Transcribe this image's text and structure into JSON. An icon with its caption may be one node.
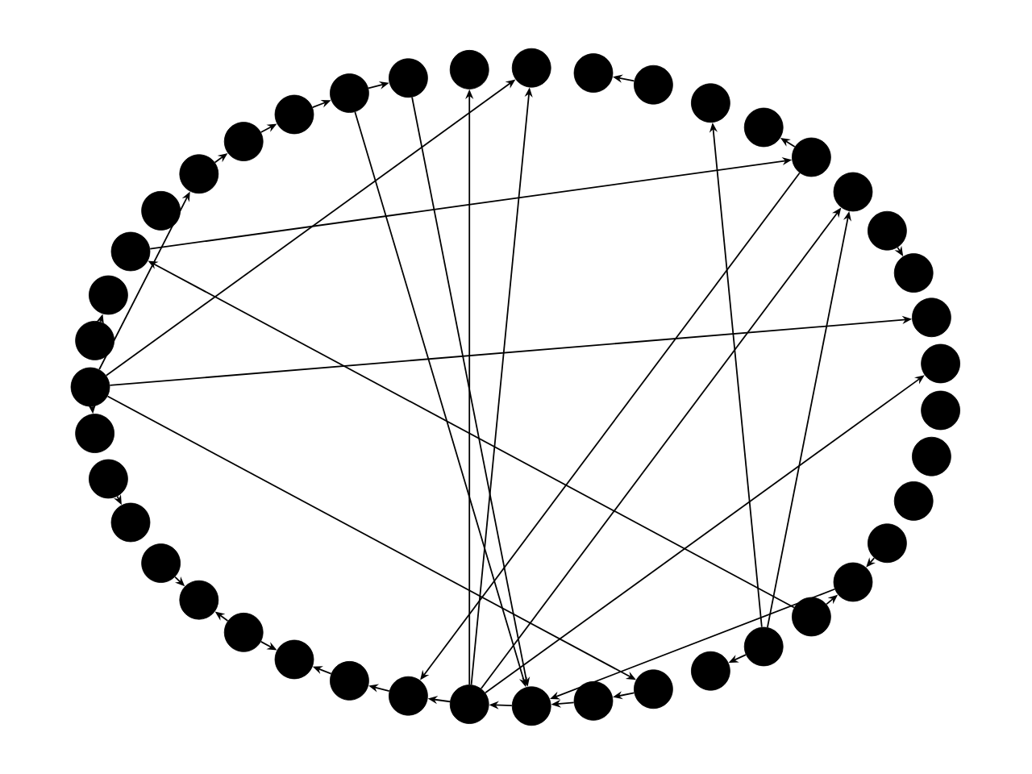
{
  "diagram": {
    "nodes": [
      {
        "text": [],
        "shape": "circle"
      },
      {
        "text": [],
        "shape": "circle"
      },
      {
        "text": [],
        "shape": "circle"
      },
      {
        "text": [],
        "shape": "circle"
      },
      {
        "text": [],
        "shape": "circle"
      },
      {
        "text": [],
        "shape": "circle"
      },
      {
        "text": [],
        "shape": "circle"
      },
      {
        "text": [],
        "shape": "circle"
      },
      {
        "text": [],
        "shape": "circle"
      },
      {
        "text": [],
        "shape": "circle"
      },
      {
        "text": [],
        "shape": "circle"
      },
      {
        "text": [],
        "shape": "circle"
      },
      {
        "text": [],
        "shape": "circle"
      },
      {
        "text": [],
        "shape": "circle"
      },
      {
        "text": [],
        "shape": "circle"
      },
      {
        "text": [],
        "shape": "circle"
      },
      {
        "text": [],
        "shape": "circle"
      },
      {
        "text": [],
        "shape": "circle"
      },
      {
        "text": [],
        "shape": "circle"
      },
      {
        "text": [],
        "shape": "circle"
      },
      {
        "text": [],
        "shape": "circle"
      },
      {
        "text": [],
        "shape": "circle"
      },
      {
        "text": [],
        "shape": "circle"
      },
      {
        "text": [],
        "shape": "circle"
      },
      {
        "text": [],
        "shape": "circle"
      },
      {
        "text": [],
        "shape": "circle"
      },
      {
        "text": [],
        "shape": "circle"
      },
      {
        "text": [],
        "shape": "circle"
      },
      {
        "text": [],
        "shape": "circle"
      },
      {
        "text": [],
        "shape": "circle"
      },
      {
        "text": [],
        "shape": "circle"
      },
      {
        "text": [],
        "shape": "circle"
      },
      {
        "text": [],
        "shape": "circle"
      },
      {
        "text": [],
        "shape": "circle"
      },
      {
        "text": [],
        "shape": "circle"
      },
      {
        "text": [],
        "shape": "circle"
      },
      {
        "text": [],
        "shape": "circle"
      },
      {
        "text": [],
        "shape": "circle"
      },
      {
        "text": [],
        "shape": "circle"
      },
      {
        "text": [],
        "shape": "circle"
      },
      {
        "text": [],
        "shape": "circle"
      },
      {
        "text": [],
        "shape": "circle"
      },
      {
        "text": [],
        "shape": "circle"
      }
    ],
    "edges": [
      {
        "from": 0,
        "to": 1,
        "arrow": "to"
      },
      {
        "from": 2,
        "to": 3,
        "arrow": "to"
      },
      {
        "from": 4,
        "to": 5,
        "arrow": "to"
      },
      {
        "from": 6,
        "to": 7,
        "arrow": "to"
      },
      {
        "from": 8,
        "to": 7,
        "arrow": "to"
      },
      {
        "from": 6,
        "to": 5,
        "arrow": "to"
      },
      {
        "from": 9,
        "to": 8,
        "arrow": "to"
      },
      {
        "from": 10,
        "to": 9,
        "arrow": "to"
      },
      {
        "from": 11,
        "to": 10,
        "arrow": "to"
      },
      {
        "from": 12,
        "to": 11,
        "arrow": "to"
      },
      {
        "from": 13,
        "to": 12,
        "arrow": "to"
      },
      {
        "from": 17,
        "to": 11,
        "arrow": "to"
      },
      {
        "from": 16,
        "to": 17,
        "arrow": "to"
      },
      {
        "from": 18,
        "to": 17,
        "arrow": "to"
      },
      {
        "from": 15,
        "to": 14,
        "arrow": "to"
      },
      {
        "from": 15,
        "to": 26,
        "arrow": "to"
      },
      {
        "from": 15,
        "to": 29,
        "arrow": "to"
      },
      {
        "from": 10,
        "to": 26,
        "arrow": "to"
      },
      {
        "from": 10,
        "to": 22,
        "arrow": "to"
      },
      {
        "from": 10,
        "to": 33,
        "arrow": "to"
      },
      {
        "from": 10,
        "to": 32,
        "arrow": "to"
      },
      {
        "from": 27,
        "to": 9,
        "arrow": "to"
      },
      {
        "from": 27,
        "to": 28,
        "arrow": "to"
      },
      {
        "from": 25,
        "to": 24,
        "arrow": "to"
      },
      {
        "from": 30,
        "to": 31,
        "arrow": "to"
      },
      {
        "from": 34,
        "to": 11,
        "arrow": "to"
      },
      {
        "from": 35,
        "to": 11,
        "arrow": "to"
      },
      {
        "from": 35,
        "to": 34,
        "arrow": "to"
      },
      {
        "from": 36,
        "to": 35,
        "arrow": "to"
      },
      {
        "from": 37,
        "to": 36,
        "arrow": "to"
      },
      {
        "from": 38,
        "to": 37,
        "arrow": "to"
      },
      {
        "from": 0,
        "to": 38,
        "arrow": "to"
      },
      {
        "from": 0,
        "to": 32,
        "arrow": "to"
      },
      {
        "from": 0,
        "to": 23,
        "arrow": "to"
      },
      {
        "from": 0,
        "to": 13,
        "arrow": "to"
      },
      {
        "from": 40,
        "to": 27,
        "arrow": "to"
      },
      {
        "from": 16,
        "to": 40,
        "arrow": "to"
      },
      {
        "from": 42,
        "to": 41,
        "arrow": "to"
      }
    ]
  }
}
